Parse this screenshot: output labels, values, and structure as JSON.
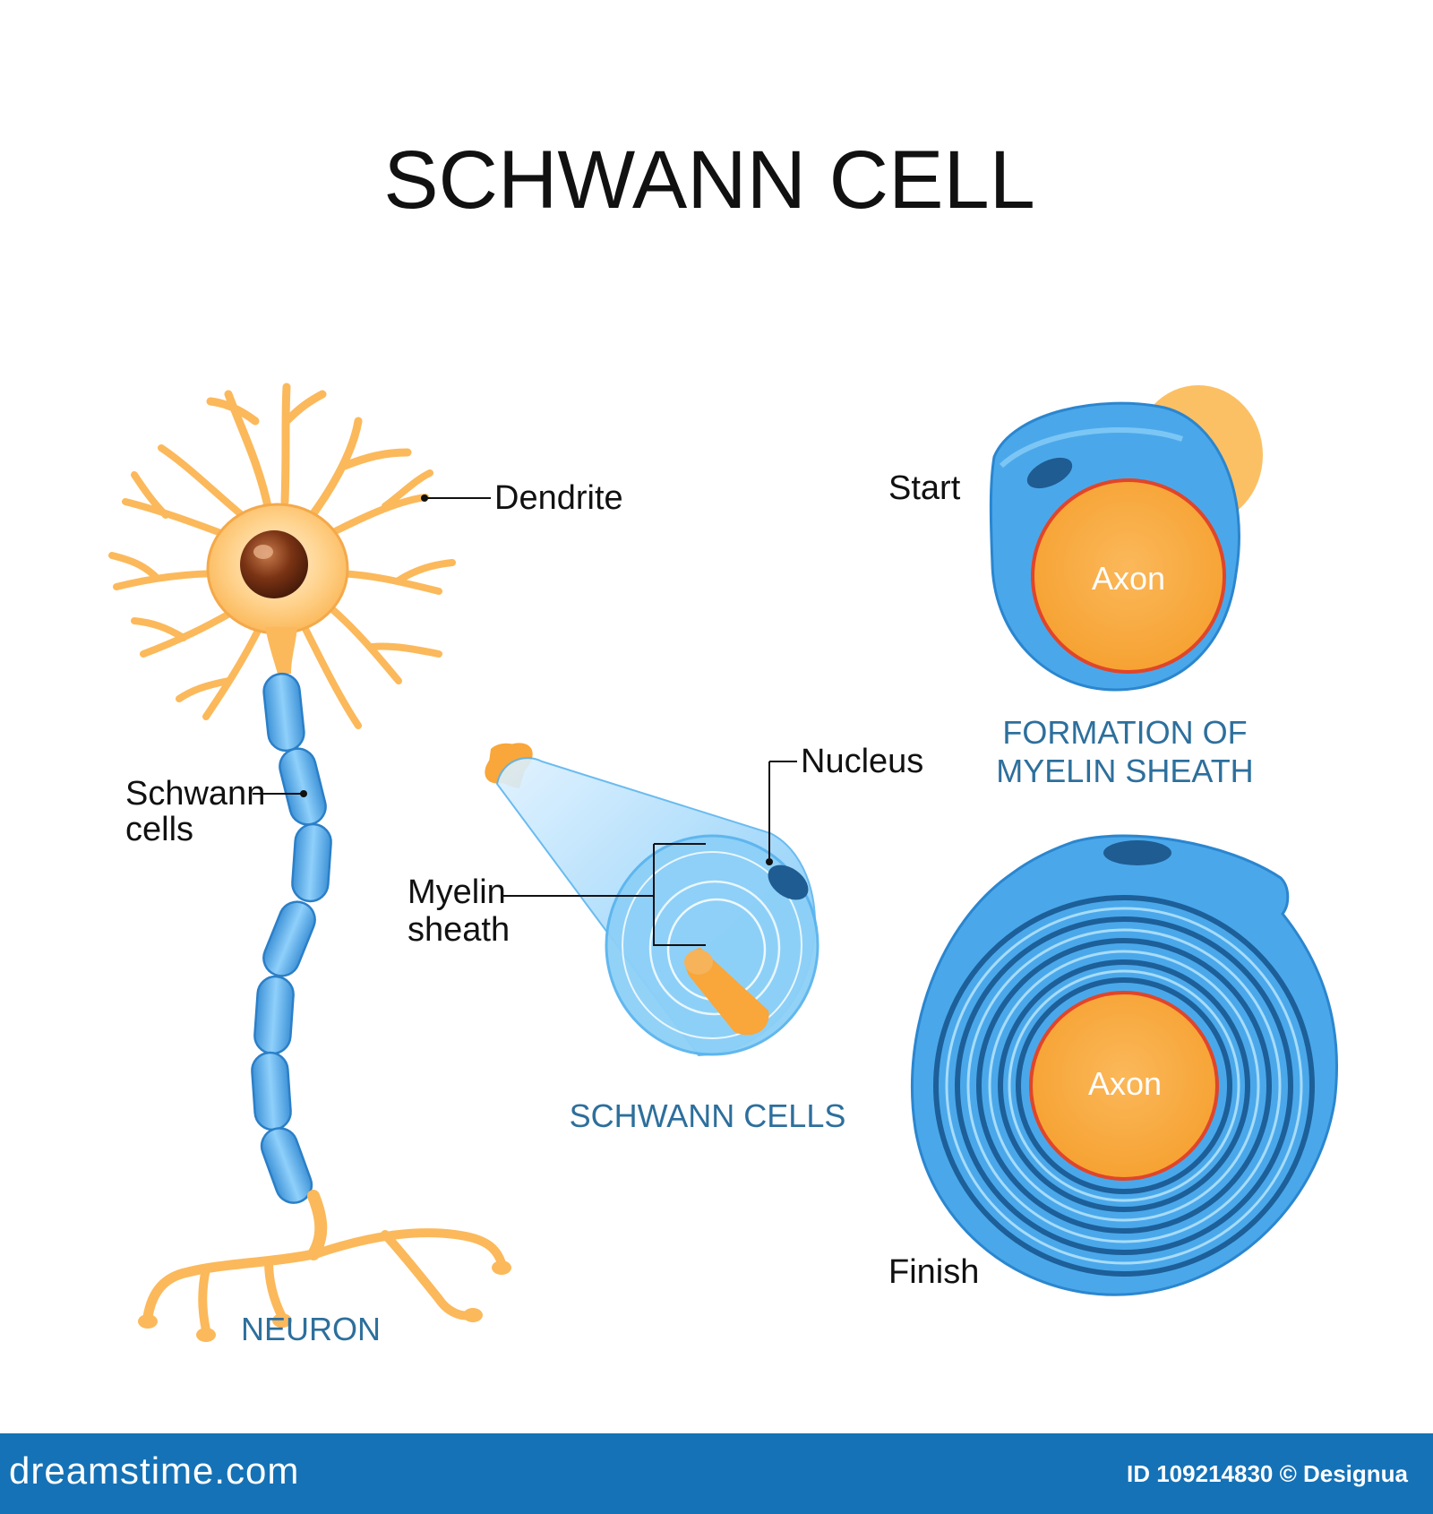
{
  "title": "SCHWANN CELL",
  "labels": {
    "dendrite": "Dendrite",
    "schwann_cells_line1": "Schwann",
    "schwann_cells_line2": "cells",
    "nucleus": "Nucleus",
    "myelin_line1": "Myelin",
    "myelin_line2": "sheath",
    "start": "Start",
    "finish": "Finish",
    "axon_top": "Axon",
    "axon_bottom": "Axon"
  },
  "captions": {
    "neuron": "NEURON",
    "schwann_cells": "SCHWANN CELLS",
    "formation_line1": "FORMATION OF",
    "formation_line2": "MYELIN SHEATH"
  },
  "footer": {
    "brand": "dreamstime.com",
    "credit": "ID 109214830 © Designua"
  },
  "colors": {
    "neuron_orange": "#fbb95b",
    "axon_orange": "#f9a63a",
    "sheath_blue": "#4aa8ea",
    "sheath_dark": "#1d6fb8",
    "nucleus_brown": "#7a3314",
    "caption_blue": "#2d6f9c",
    "footer_blue": "#1572b6"
  }
}
